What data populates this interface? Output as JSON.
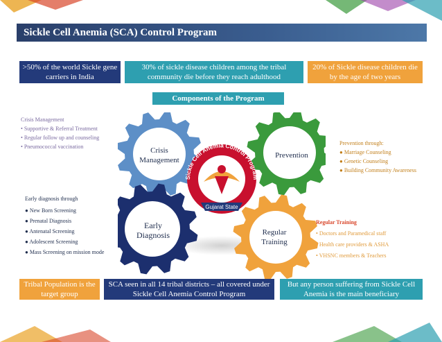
{
  "title": "Sickle Cell Anemia (SCA) Control Program",
  "stats": [
    {
      "text": ">50%  of the world Sickle gene carriers in India",
      "color": "#233a7a"
    },
    {
      "text": "30% of sickle disease children among the tribal community die before they reach adulthood",
      "color": "#2e9fb0"
    },
    {
      "text": "20% of Sickle disease children die by the age of two years",
      "color": "#f0a23c"
    }
  ],
  "components_label": "Components of the Program",
  "crisis": {
    "heading": "Crisis Management",
    "items": [
      "Supportive & Referral Treatment",
      "Regular follow up and counseling",
      "Pneumococcal vaccination"
    ]
  },
  "prevention": {
    "heading": "Prevention through:",
    "items": [
      "Marriage Counseling",
      "Genetic Counseling",
      "Building Community Awareness"
    ]
  },
  "early": {
    "heading": "Early diagnosis through",
    "items": [
      "New Born Screening",
      "Prenatal Diagnosis",
      "Antenatal Screening",
      "Adolescent Screening",
      "Mass Screening on mission mode"
    ]
  },
  "regular": {
    "heading": "Regular Training",
    "items": [
      "Doctors and Paramedical staff",
      "Health care providers & ASHA",
      "VHSNC members & Teachers"
    ]
  },
  "gears": {
    "crisis": "Crisis Management",
    "prevention": "Prevention",
    "early": "Early Diagnosis",
    "regular": "Regular Training"
  },
  "logo": {
    "ring_text": "Sickle Cell Anemia Control Program",
    "ribbon": "Gujarat State"
  },
  "bottom": [
    {
      "text": "Tribal Population is the target group",
      "color": "#f0a23c"
    },
    {
      "text": "SCA seen in all 14 tribal districts – all covered under Sickle Cell Anemia Control Program",
      "color": "#233a7a"
    },
    {
      "text": "But any person suffering from Sickle Cell Anemia is the main beneficiary",
      "color": "#2e9fb0"
    }
  ],
  "colors": {
    "navy": "#233a7a",
    "teal": "#2e9fb0",
    "orange": "#f0a23c",
    "gray": "#6e7b86",
    "green_gear": "#3a9a3c",
    "gear_crisis": "#5d8fc7",
    "gear_early": "#1c2f6e",
    "gear_regular": "#f0a23c"
  }
}
